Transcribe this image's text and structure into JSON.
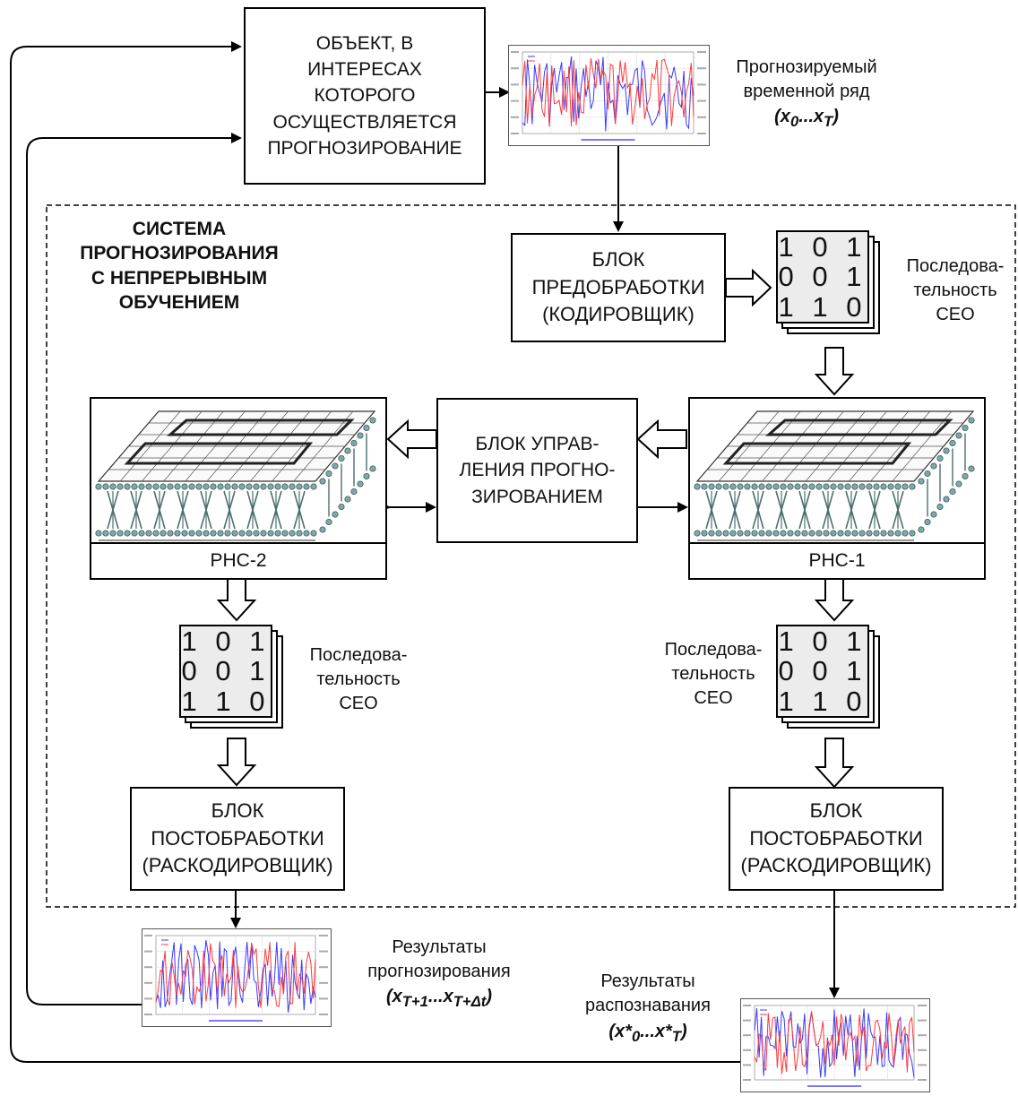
{
  "object_box": "ОБЪЕКТ, В\nИНТЕРЕСАХ\nКОТОРОГО\nОСУЩЕСТВЛЯЕТСЯ\nПРОГНОЗИРОВАНИЕ",
  "forecast_series_label": "Прогнозируемый\nвременной ряд",
  "forecast_series_formula": "(x0...xT)",
  "system_title": "СИСТЕМА\nПРОГНОЗИРОВАНИЯ\nС НЕПРЕРЫВНЫМ\nОБУЧЕНИЕМ",
  "preprocess_box": "БЛОК\nПРЕДОБРАБОТКИ\n(КОДИРОВЩИК)",
  "sequence_label": "Последова-\nтельность\nСЕО",
  "matrix_rows": [
    "1 0 1",
    "0 0 1",
    "1 1 0"
  ],
  "control_box": "БЛОК УПРАВ-\nЛЕНИЯ ПРОГНО-\nЗИРОВАНИЕМ",
  "network_left_label": "РНС-2",
  "network_right_label": "РНС-1",
  "postprocess_box": "БЛОК\nПОСТОБРАБОТКИ\n(РАСКОДИРОВЩИК)",
  "forecast_results_label": "Результаты\nпрогнозирования",
  "forecast_results_formula": "(xT+1...xT+Δt)",
  "recognition_results_label": "Результаты\nраспознавания",
  "recognition_results_formula": "(x*0...x*T)",
  "colors": {
    "series_blue": "#3a3aff",
    "series_red": "#ff3a3a",
    "matrix_fill": "#ececec",
    "network_cell": "#7fa8a8"
  }
}
